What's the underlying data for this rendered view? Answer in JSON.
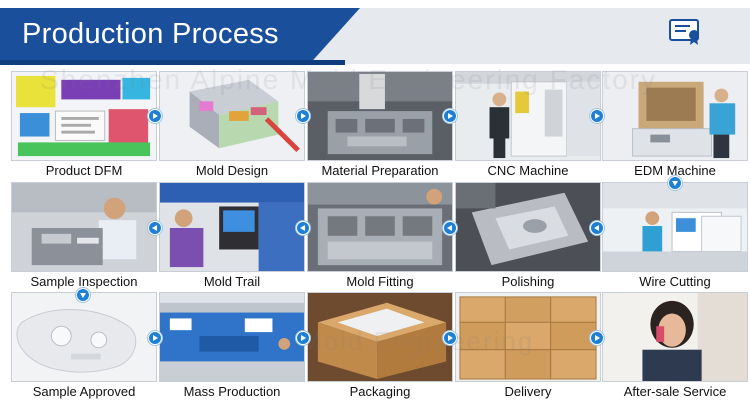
{
  "header": {
    "title": "Production Process",
    "icon": "certificate-icon"
  },
  "watermark": {
    "line1": "Shenzhen Alpine Mold Engineering Factory",
    "line2": "Mold Engineering"
  },
  "steps": [
    {
      "label": "Product DFM",
      "image": "dfm-report"
    },
    {
      "label": "Mold Design",
      "image": "mold-cad"
    },
    {
      "label": "Material Preparation",
      "image": "steel-block"
    },
    {
      "label": "CNC Machine",
      "image": "cnc-operator"
    },
    {
      "label": "EDM Machine",
      "image": "edm-operator"
    },
    {
      "label": "Wire Cutting",
      "image": "wire-cut-machines"
    },
    {
      "label": "Polishing",
      "image": "polished-part"
    },
    {
      "label": "Mold Fitting",
      "image": "mold-fitting"
    },
    {
      "label": "Mold Trail",
      "image": "injection-trial"
    },
    {
      "label": "Sample Inspection",
      "image": "inspection"
    },
    {
      "label": "Sample Approved",
      "image": "sample-part"
    },
    {
      "label": "Mass Production",
      "image": "ube-machine"
    },
    {
      "label": "Packaging",
      "image": "carton-box"
    },
    {
      "label": "Delivery",
      "image": "stacked-cartons"
    },
    {
      "label": "After-sale Service",
      "image": "phone-support"
    }
  ],
  "colors": {
    "banner": "#1a4f9c",
    "banner_bg": "#e6e9ee",
    "arrow": "#1e7fd6"
  }
}
